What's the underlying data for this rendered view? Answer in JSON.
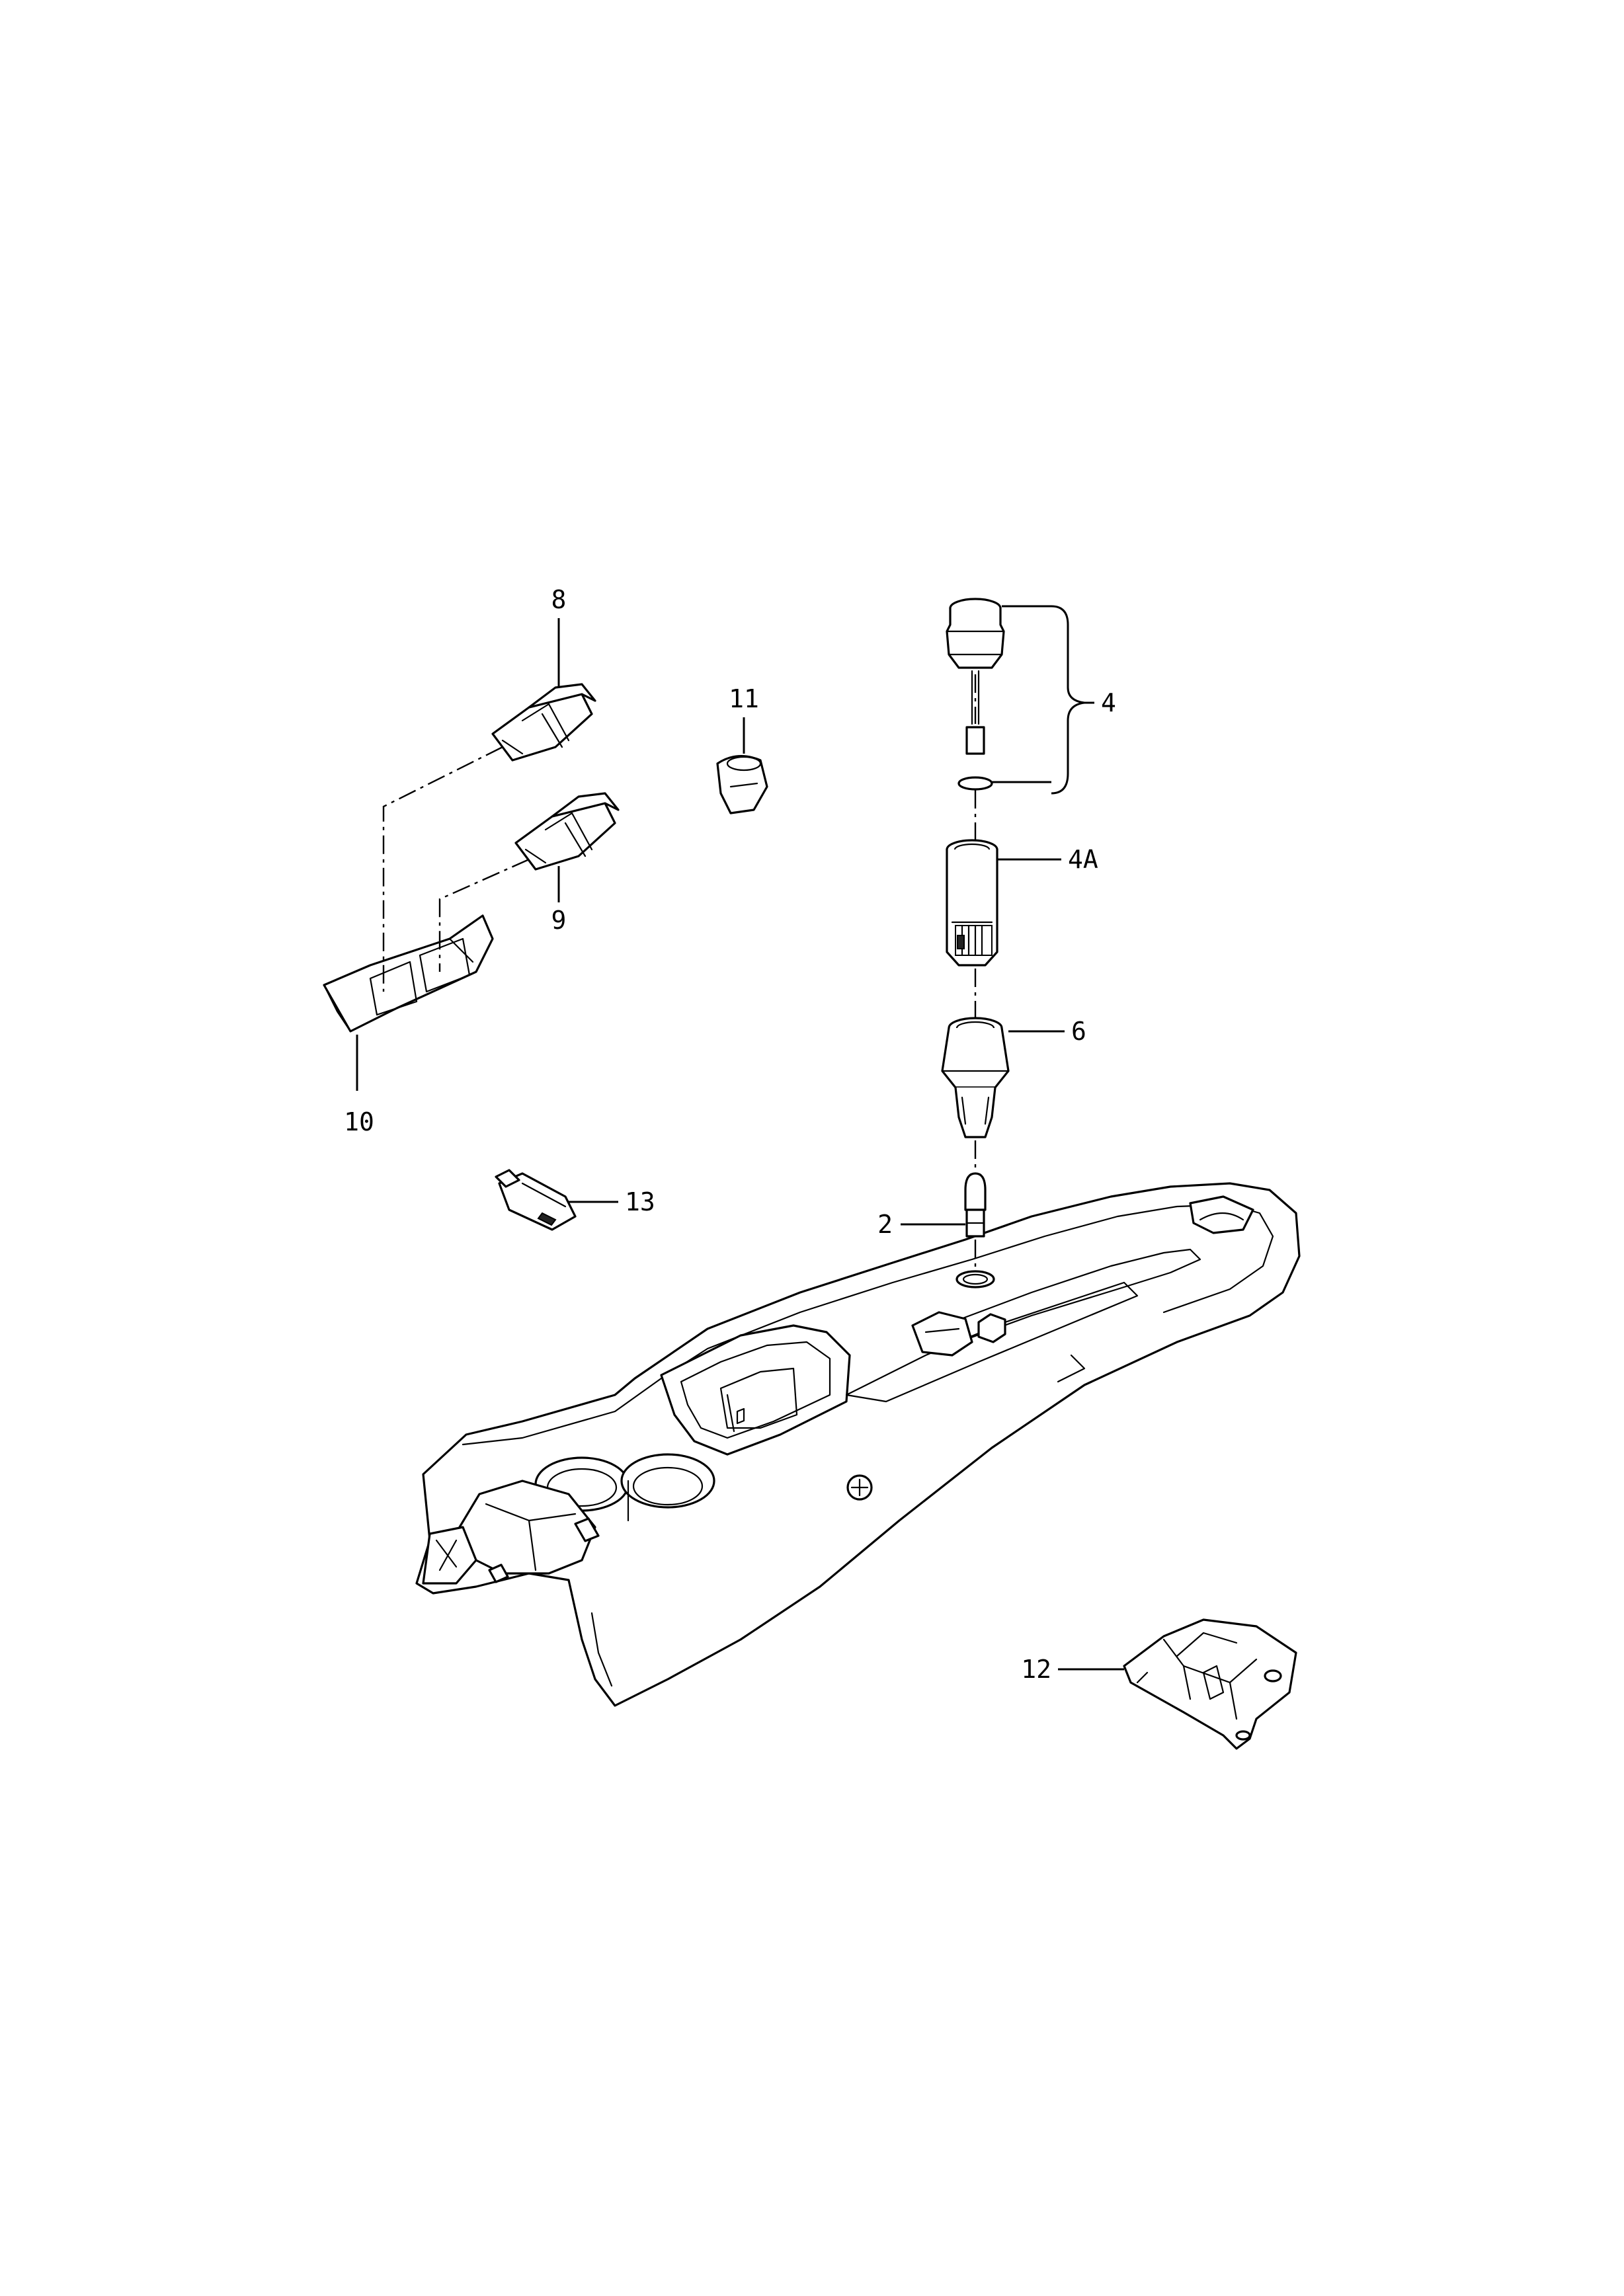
{
  "callouts": {
    "c8": "8",
    "c11": "11",
    "c4": "4",
    "c4a": "4A",
    "c9": "9",
    "c10": "10",
    "c6": "6",
    "c13": "13",
    "c2": "2",
    "c12": "12"
  },
  "colors": {
    "line": "#000000",
    "background": "#ffffff"
  }
}
